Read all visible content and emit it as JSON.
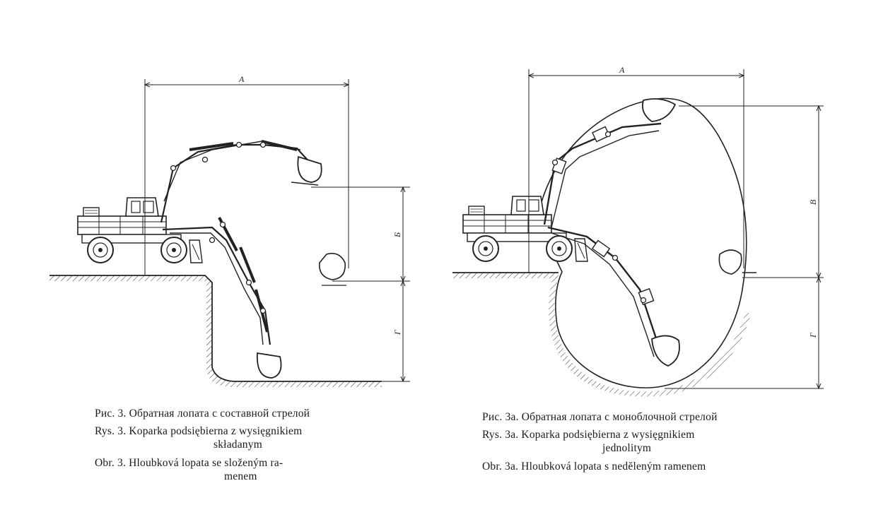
{
  "figure_left": {
    "dimensions": {
      "a": "A",
      "b": "Б",
      "g": "Г"
    },
    "captions": {
      "ru": "Рис. 3. Обратная лопата с составной стрелой",
      "pl": "Rys. 3. Koparka podsiębierna z wysięgnikiem",
      "pl_cont": "składanym",
      "cs": "Obr. 3. Hloubková lopata se složeným ra-",
      "cs_cont": "menem"
    }
  },
  "figure_right": {
    "dimensions": {
      "a": "A",
      "b": "В",
      "g": "Г"
    },
    "captions": {
      "ru": "Рис. 3а. Обратная лопата с моноблочной стрелой",
      "pl": "Rys. 3а. Koparka podsiębierna z wysięgnikiem",
      "pl_cont": "jednolitym",
      "cs": "Obr. 3а. Hloubková lopata s nedĕleným ramenem"
    }
  }
}
